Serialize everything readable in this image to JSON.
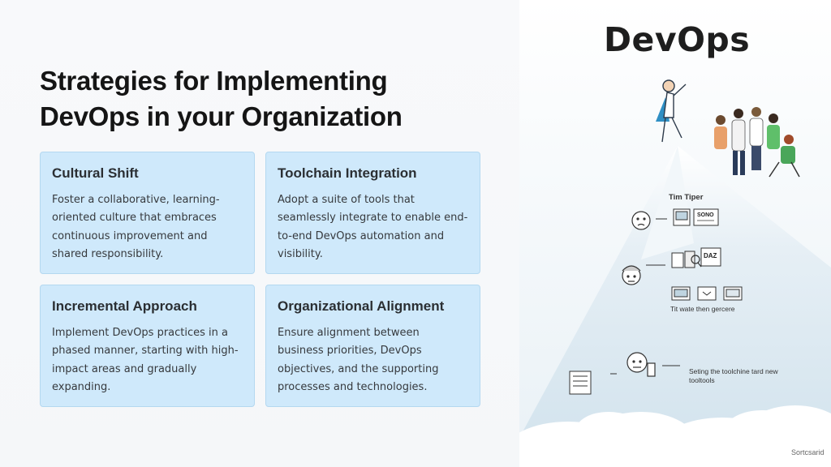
{
  "slide": {
    "title": "Strategies for Implementing DevOps in your Organization",
    "cards": [
      {
        "heading": "Cultural Shift",
        "body": "Foster a collaborative, learning-oriented culture that embraces continuous improvement and shared responsibility."
      },
      {
        "heading": "Toolchain Integration",
        "body": "Adopt a suite of tools that seamlessly integrate to enable end-to-end DevOps automation and visibility."
      },
      {
        "heading": "Incremental Approach",
        "body": "Implement DevOps practices in a phased manner, starting with high-impact areas and gradually expanding."
      },
      {
        "heading": "Organizational Alignment",
        "body": "Ensure alignment between business priorities, DevOps objectives, and the supporting processes and technologies."
      }
    ]
  },
  "illustration": {
    "brand": "DevOps",
    "label_top": "Tim Tiper",
    "badge_1": "SONO",
    "badge_2": "DAZ",
    "label_middle": "Tit wate then gercere",
    "label_bottom": "Seting the toolchine tard new tooltools",
    "footer": "Sortcsarid",
    "colors": {
      "card_bg": "#cfe9fb",
      "card_border": "#b4d8f0",
      "mountain": "#dbe9f2",
      "sky": "#eef4f8"
    }
  }
}
